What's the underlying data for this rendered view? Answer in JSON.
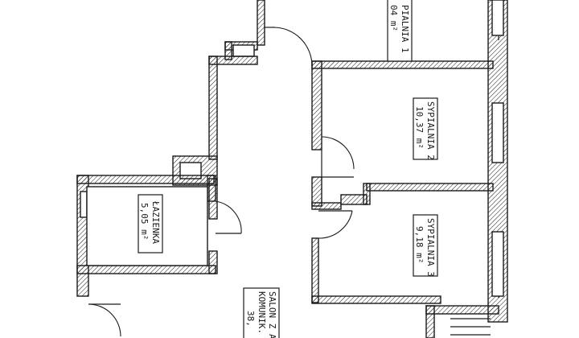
{
  "plan": {
    "rooms": [
      {
        "id": "sypialnia-1",
        "name": "PIALNIA 1",
        "area": "04 m²"
      },
      {
        "id": "sypialnia-2",
        "name": "SYPIALNIA 2",
        "area": "10,37 m²"
      },
      {
        "id": "sypialnia-3",
        "name": "SYPIALNIA 3",
        "area": "9,18 m²"
      },
      {
        "id": "lazienka",
        "name": "ŁAZIENKA",
        "area": "5,05 m²"
      },
      {
        "id": "salon",
        "name": "SALON Z A",
        "name2": "KOMUNIK.",
        "area": "38,"
      }
    ]
  }
}
